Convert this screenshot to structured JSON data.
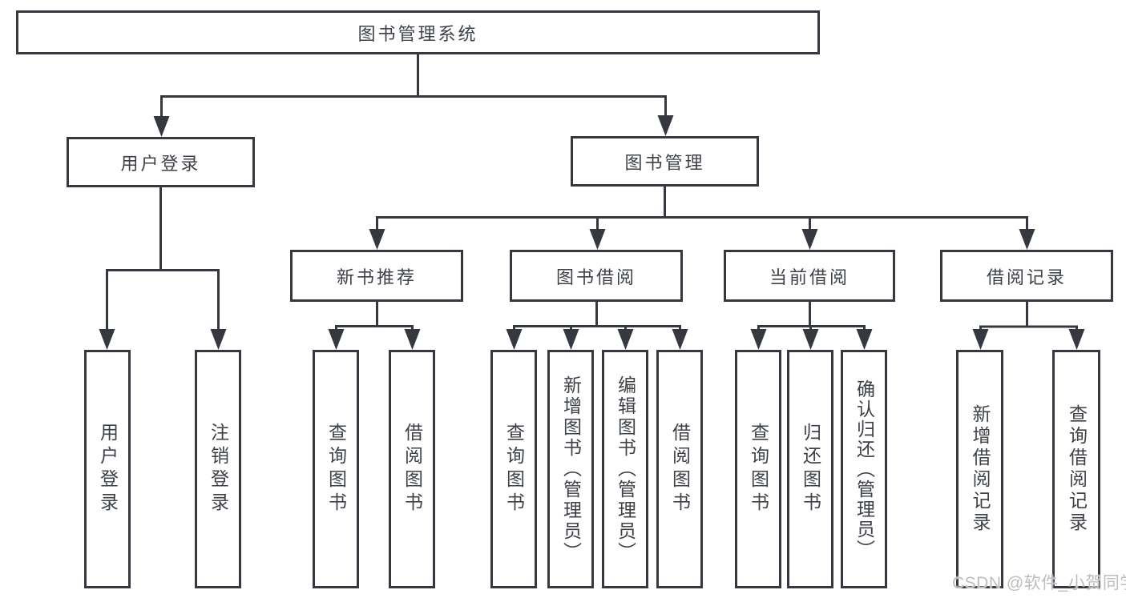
{
  "diagram": {
    "root": {
      "label": "图书管理系统"
    },
    "user_login": {
      "label": "用户登录",
      "children": {
        "login": "用户登录",
        "logout": "注销登录"
      }
    },
    "book_mgmt": {
      "label": "图书管理",
      "sections": {
        "new_books": {
          "label": "新书推荐",
          "children": {
            "query": "查询图书",
            "borrow": "借阅图书"
          }
        },
        "book_borrow": {
          "label": "图书借阅",
          "children": {
            "query": "查询图书",
            "add": "新增图书（管理员）",
            "edit": "编辑图书（管理员）",
            "borrow": "借阅图书"
          }
        },
        "current_borrow": {
          "label": "当前借阅",
          "children": {
            "query": "查询图书",
            "return": "归还图书",
            "confirm": "确认归还（管理员）"
          }
        },
        "borrow_records": {
          "label": "借阅记录",
          "children": {
            "add": "新增借阅记录",
            "query": "查询借阅记录"
          }
        }
      }
    }
  },
  "watermark": {
    "text": "CSDN @软件_小贺同学"
  },
  "colors": {
    "line": "#35393f",
    "text": "#3e4247",
    "watermark": "#bdbdbd",
    "bg": "#ffffff"
  }
}
